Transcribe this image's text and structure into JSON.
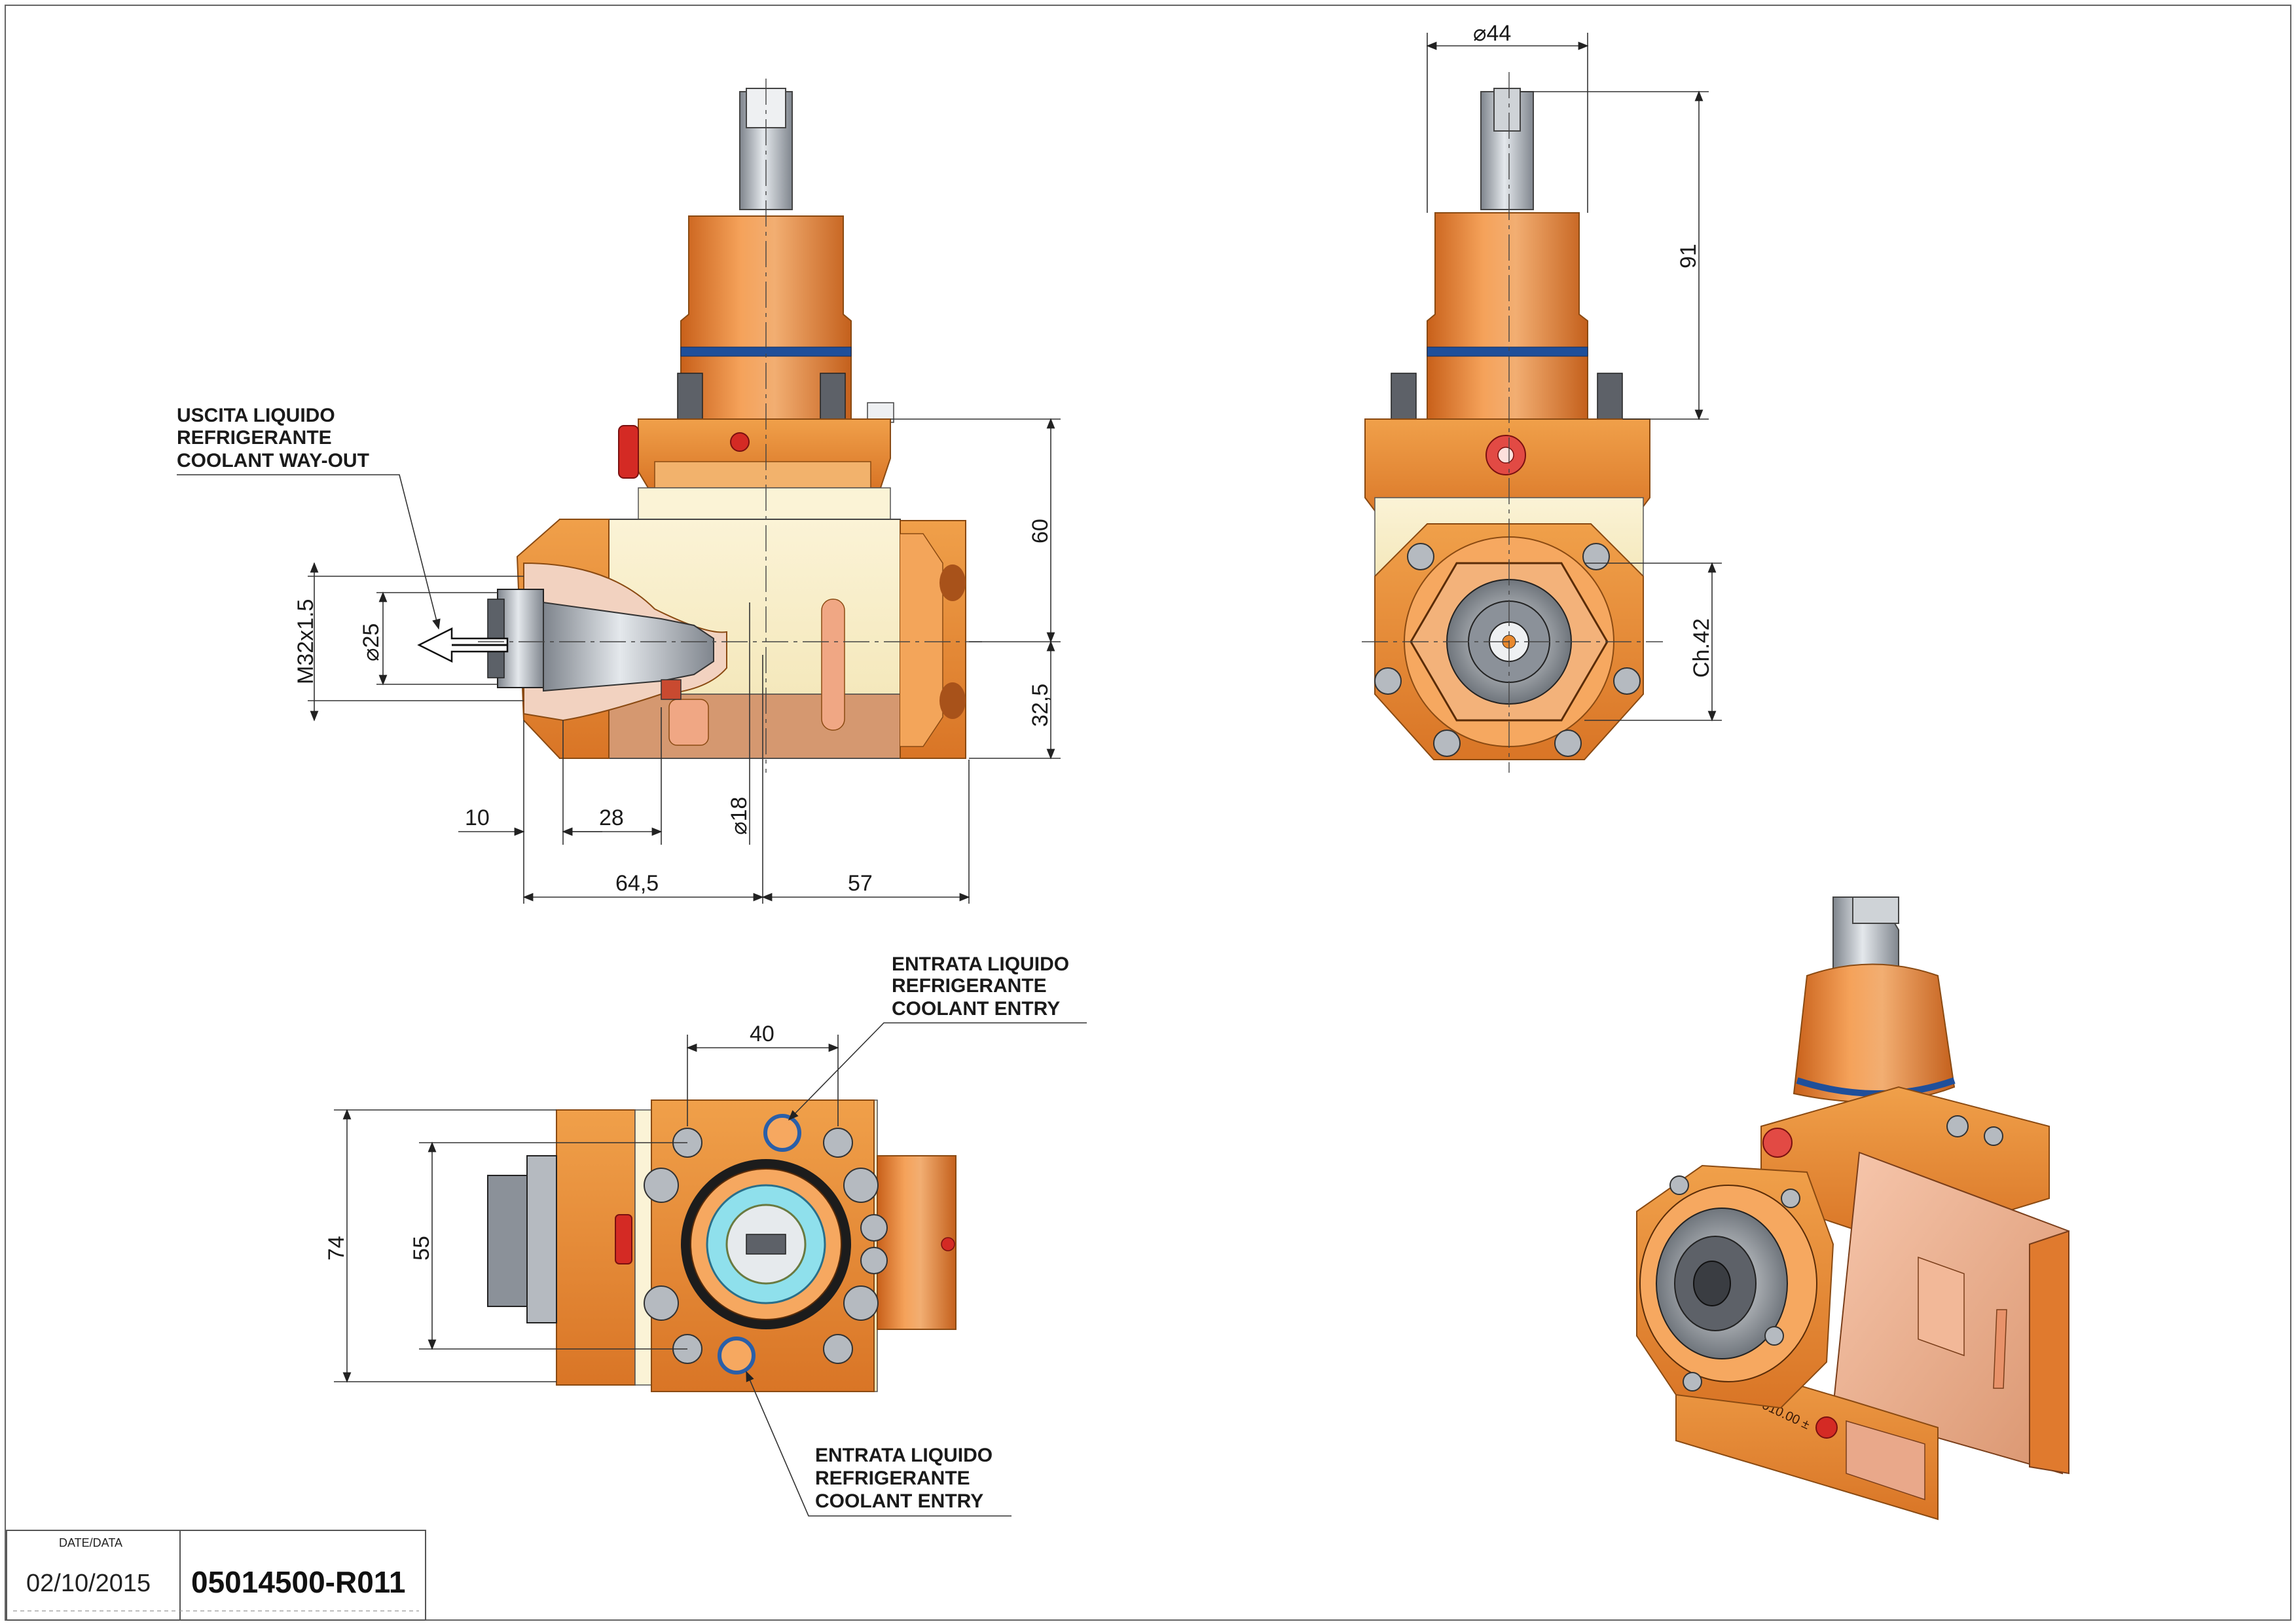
{
  "colors": {
    "orange": "#e8892e",
    "orange_dark": "#c96514",
    "cream": "#f8efc8",
    "pink_copper": "#e9a88a",
    "steel": "#9aa0a8",
    "blue_ring": "#2a5fa8",
    "red_plug": "#d42a24"
  },
  "icons": [
    "coolant-plug-icon",
    "arrow-icon",
    "diameter-symbol"
  ],
  "front_view": {
    "note_lines": [
      "USCITA LIQUIDO",
      "REFRIGERANTE",
      "COOLANT WAY-OUT"
    ],
    "dim_thread": "M32x1.5",
    "dim_d25": "25",
    "dim_d18": "18",
    "dim_10": "10",
    "dim_28": "28",
    "dim_64_5": "64,5",
    "dim_57": "57",
    "dim_60": "60",
    "dim_32_5": "32,5"
  },
  "side_view": {
    "dim_d44": "44",
    "dim_91": "91",
    "dim_ch42": "Ch.42"
  },
  "top_view": {
    "note_top_lines": [
      "ENTRATA LIQUIDO",
      "REFRIGERANTE",
      "COOLANT ENTRY"
    ],
    "note_bottom_lines": [
      "ENTRATA LIQUIDO",
      "REFRIGERANTE",
      "COOLANT ENTRY"
    ],
    "dim_40": "40",
    "dim_74": "74",
    "dim_55": "55"
  },
  "iso_view": {
    "engraving": "010.00 ±"
  },
  "title_block": {
    "date_label": "DATE/DATA",
    "date": "02/10/2015",
    "code": "05014500-R011"
  }
}
